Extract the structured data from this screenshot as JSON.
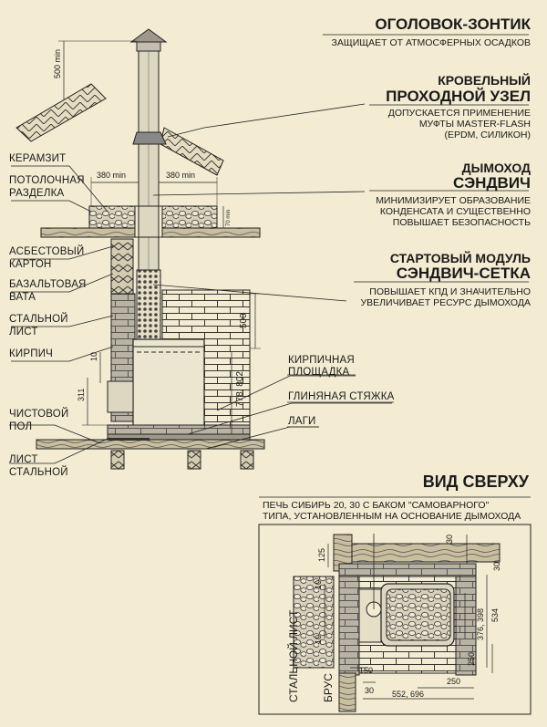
{
  "right": {
    "cap_title": "ОГОЛОВОК-ЗОНТИК",
    "cap_sub": "ЗАЩИЩАЕТ ОТ АТМОСФЕРНЫХ ОСАДКОВ",
    "roof_title1": "КРОВЕЛЬНЫЙ",
    "roof_title2": "ПРОХОДНОЙ УЗЕЛ",
    "roof_sub1": "ДОПУСКАЕТСЯ ПРИМЕНЕНИЕ",
    "roof_sub2": "МУФТЫ MASTER-FLASH",
    "roof_sub3": "(EPDM, СИЛИКОН)",
    "chimney_title1": "ДЫМОХОД",
    "chimney_title2": "СЭНДВИЧ",
    "chimney_sub1": "МИНИМИЗИРУЕТ ОБРАЗОВАНИЕ",
    "chimney_sub2": "КОНДЕНСАТА И СУЩЕСТВЕННО",
    "chimney_sub3": "ПОВЫШАЕТ БЕЗОПАСНОСТЬ",
    "start_title1": "СТАРТОВЫЙ МОДУЛЬ",
    "start_title2": "СЭНДВИЧ-СЕТКА",
    "start_sub1": "ПОВЫШАЕТ КПД И ЗНАЧИТЕЛЬНО",
    "start_sub2": "УВЕЛИЧИВАЕТ РЕСУРС ДЫМОХОДА"
  },
  "left": {
    "keramzit": "КЕРАМЗИТ",
    "ceiling1": "ПОТОЛОЧНАЯ",
    "ceiling2": "РАЗДЕЛКА",
    "asbest1": "АСБЕСТОВЫЙ",
    "asbest2": "КАРТОН",
    "basalt1": "БАЗАЛЬТОВАЯ",
    "basalt2": "ВАТА",
    "steel1": "СТАЛЬНОЙ",
    "steel2": "ЛИСТ",
    "brick": "КИРПИЧ",
    "floor1": "ЧИСТОВОЙ",
    "floor2": "ПОЛ",
    "sheet1": "ЛИСТ",
    "sheet2": "СТАЛЬНОЙ"
  },
  "middle": {
    "brick_pad1": "КИРПИЧНАЯ",
    "brick_pad2": "ПЛОЩАДКА",
    "clay": "ГЛИНЯНАЯ СТЯЖКА",
    "lagi": "ЛАГИ"
  },
  "dims": {
    "d500min": "500 min",
    "d380a": "380 min",
    "d380b": "380 min",
    "d70": "70 min",
    "d500": "500",
    "d778": "778, 802",
    "d10": "10",
    "d311": "311"
  },
  "top_view": {
    "title": "ВИД СВЕРХУ",
    "sub1": "ПЕЧЬ СИБИРЬ 20, 30 С БАКОМ \"САМОВАРНОГО\"",
    "sub2": "ТИПА, УСТАНОВЛЕННЫМ НА ОСНОВАНИЕ ДЫМОХОДА",
    "d125": "125",
    "d30a": "30",
    "d30b": "30",
    "d10a": "10",
    "d10b": "10",
    "d376": "376, 398",
    "d534": "534",
    "d250a": "250",
    "d250b": "250",
    "d150": "150",
    "d30c": "30",
    "d552": "552, 696",
    "steel_label": "СТАЛЬНОЙ ЛИСТ",
    "brus_label": "БРУС"
  }
}
